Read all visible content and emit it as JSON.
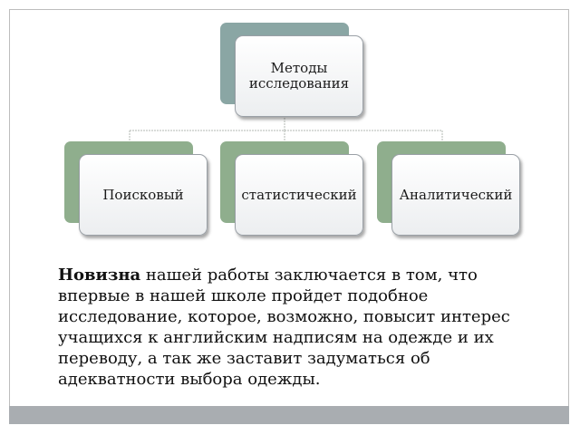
{
  "diagram": {
    "root": {
      "label": "Методы исследования"
    },
    "children": [
      {
        "label": "Поисковый"
      },
      {
        "label": "статистический"
      },
      {
        "label": "Аналитический"
      }
    ]
  },
  "paragraph": {
    "bold": "Новизна",
    "rest": " нашей работы заключается в том, что впервые в нашей школе пройдет подобное исследование, которое, возможно, повысит интерес учащихся к английским надписям на одежде и их переводу, а так же заставит задуматься об адекватности выбора одежды."
  },
  "colors": {
    "root_back": "#8aa6a4",
    "child_back": "#8fae8d",
    "bar": "#a9adb1",
    "connector": "#b3b8b3"
  }
}
